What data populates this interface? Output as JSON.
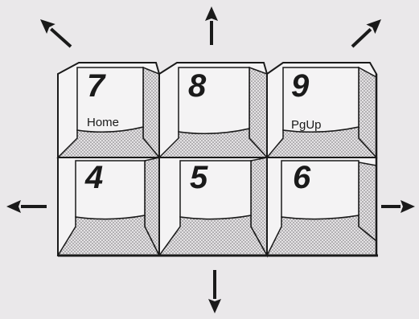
{
  "keypad": {
    "keys": [
      {
        "digit": "7",
        "sublabel": "Home"
      },
      {
        "digit": "8",
        "sublabel": ""
      },
      {
        "digit": "9",
        "sublabel": "PgUp"
      },
      {
        "digit": "4",
        "sublabel": ""
      },
      {
        "digit": "5",
        "sublabel": ""
      },
      {
        "digit": "6",
        "sublabel": ""
      }
    ],
    "arrows": [
      "up-left",
      "up",
      "up-right",
      "left",
      "right",
      "down"
    ]
  },
  "colors": {
    "background": "#eae8ea",
    "key_face": "#f4f3f4",
    "shading": "#c9c7c9",
    "ink": "#1a1a1a"
  }
}
